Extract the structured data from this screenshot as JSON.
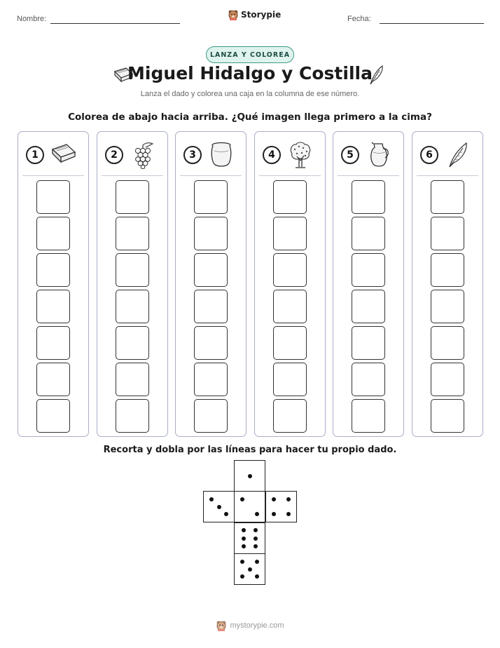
{
  "header": {
    "name_label": "Nombre:",
    "date_label": "Fecha:",
    "brand": "Storypie"
  },
  "badge": "LANZA Y COLOREA",
  "title": "Miguel Hidalgo y Costilla",
  "subtitle": "Lanza el dado y colorea una caja en la columna de ese número.",
  "instruction": "Colorea de abajo hacia arriba. ¿Qué imagen llega primero a la cima?",
  "columns": [
    {
      "number": "1",
      "icon": "book-icon"
    },
    {
      "number": "2",
      "icon": "grapes-icon"
    },
    {
      "number": "3",
      "icon": "pot-icon"
    },
    {
      "number": "4",
      "icon": "tree-icon"
    },
    {
      "number": "5",
      "icon": "jug-icon"
    },
    {
      "number": "6",
      "icon": "feather-icon"
    }
  ],
  "boxes_per_column": 7,
  "dice_instruction": "Recorta y dobla por las líneas para hacer tu propio dado.",
  "dice_faces": [
    1,
    3,
    2,
    4,
    6,
    5
  ],
  "footer": "mystorypie.com",
  "colors": {
    "badge_border": "#3d9a86",
    "badge_fill": "#dff3ee",
    "column_border": "#a9aec9"
  }
}
